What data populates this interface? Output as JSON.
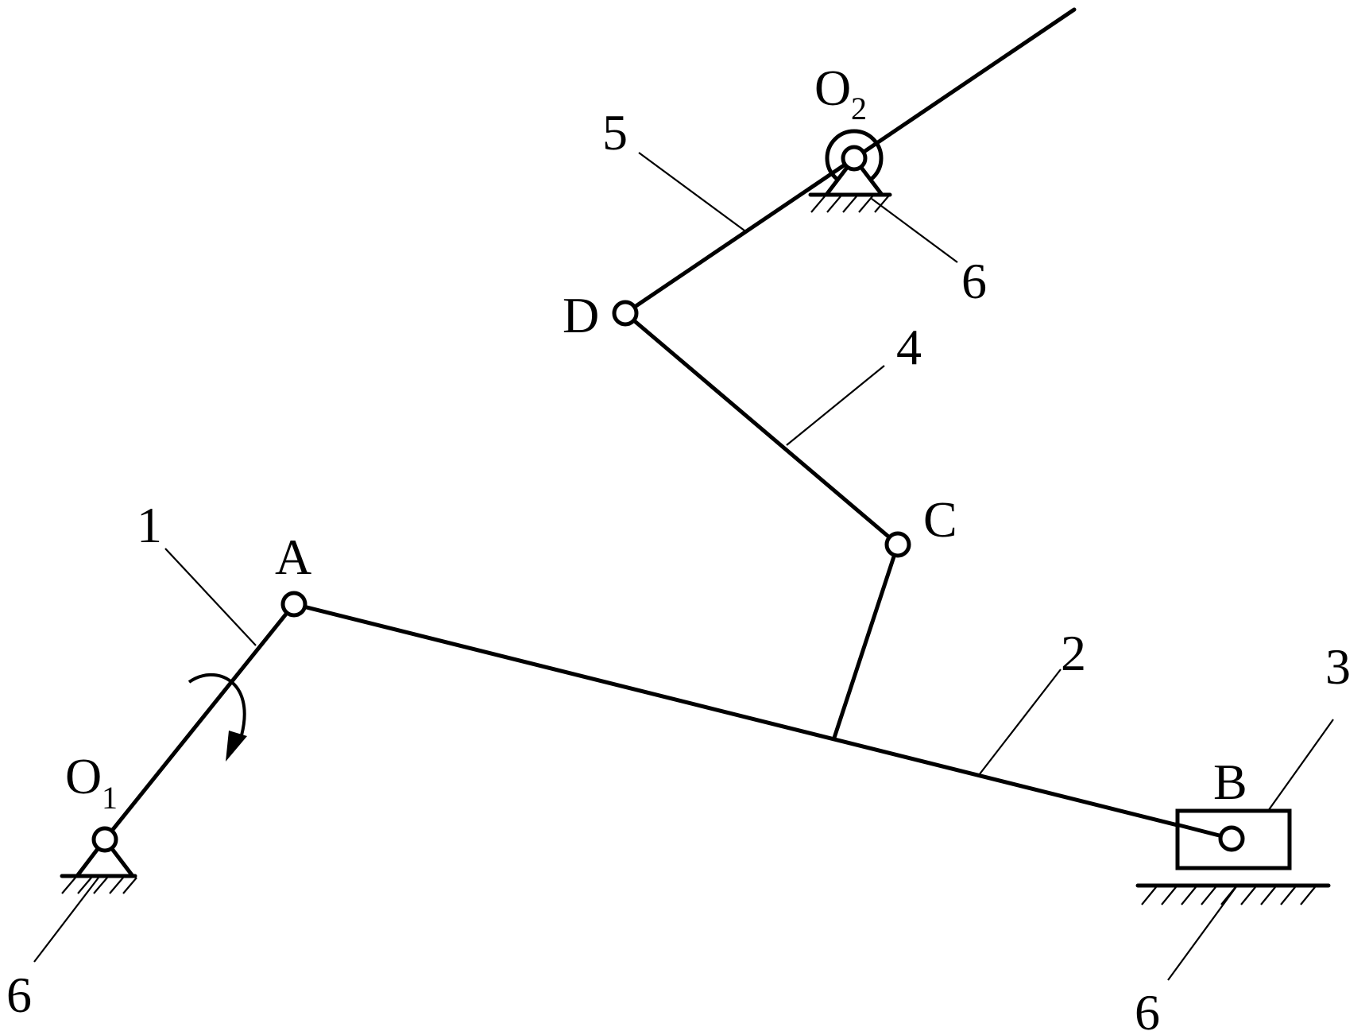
{
  "diagram": {
    "joints": {
      "O1": {
        "label": "O",
        "sub": "1"
      },
      "A": {
        "label": "A"
      },
      "B": {
        "label": "B"
      },
      "C": {
        "label": "C"
      },
      "D": {
        "label": "D"
      },
      "O2": {
        "label": "O",
        "sub": "2"
      }
    },
    "links": {
      "crank": "1",
      "connecting_rod": "2",
      "slider": "3",
      "coupler": "4",
      "rocker": "5",
      "frame_left": "6",
      "frame_top": "6",
      "frame_slider": "6"
    }
  }
}
